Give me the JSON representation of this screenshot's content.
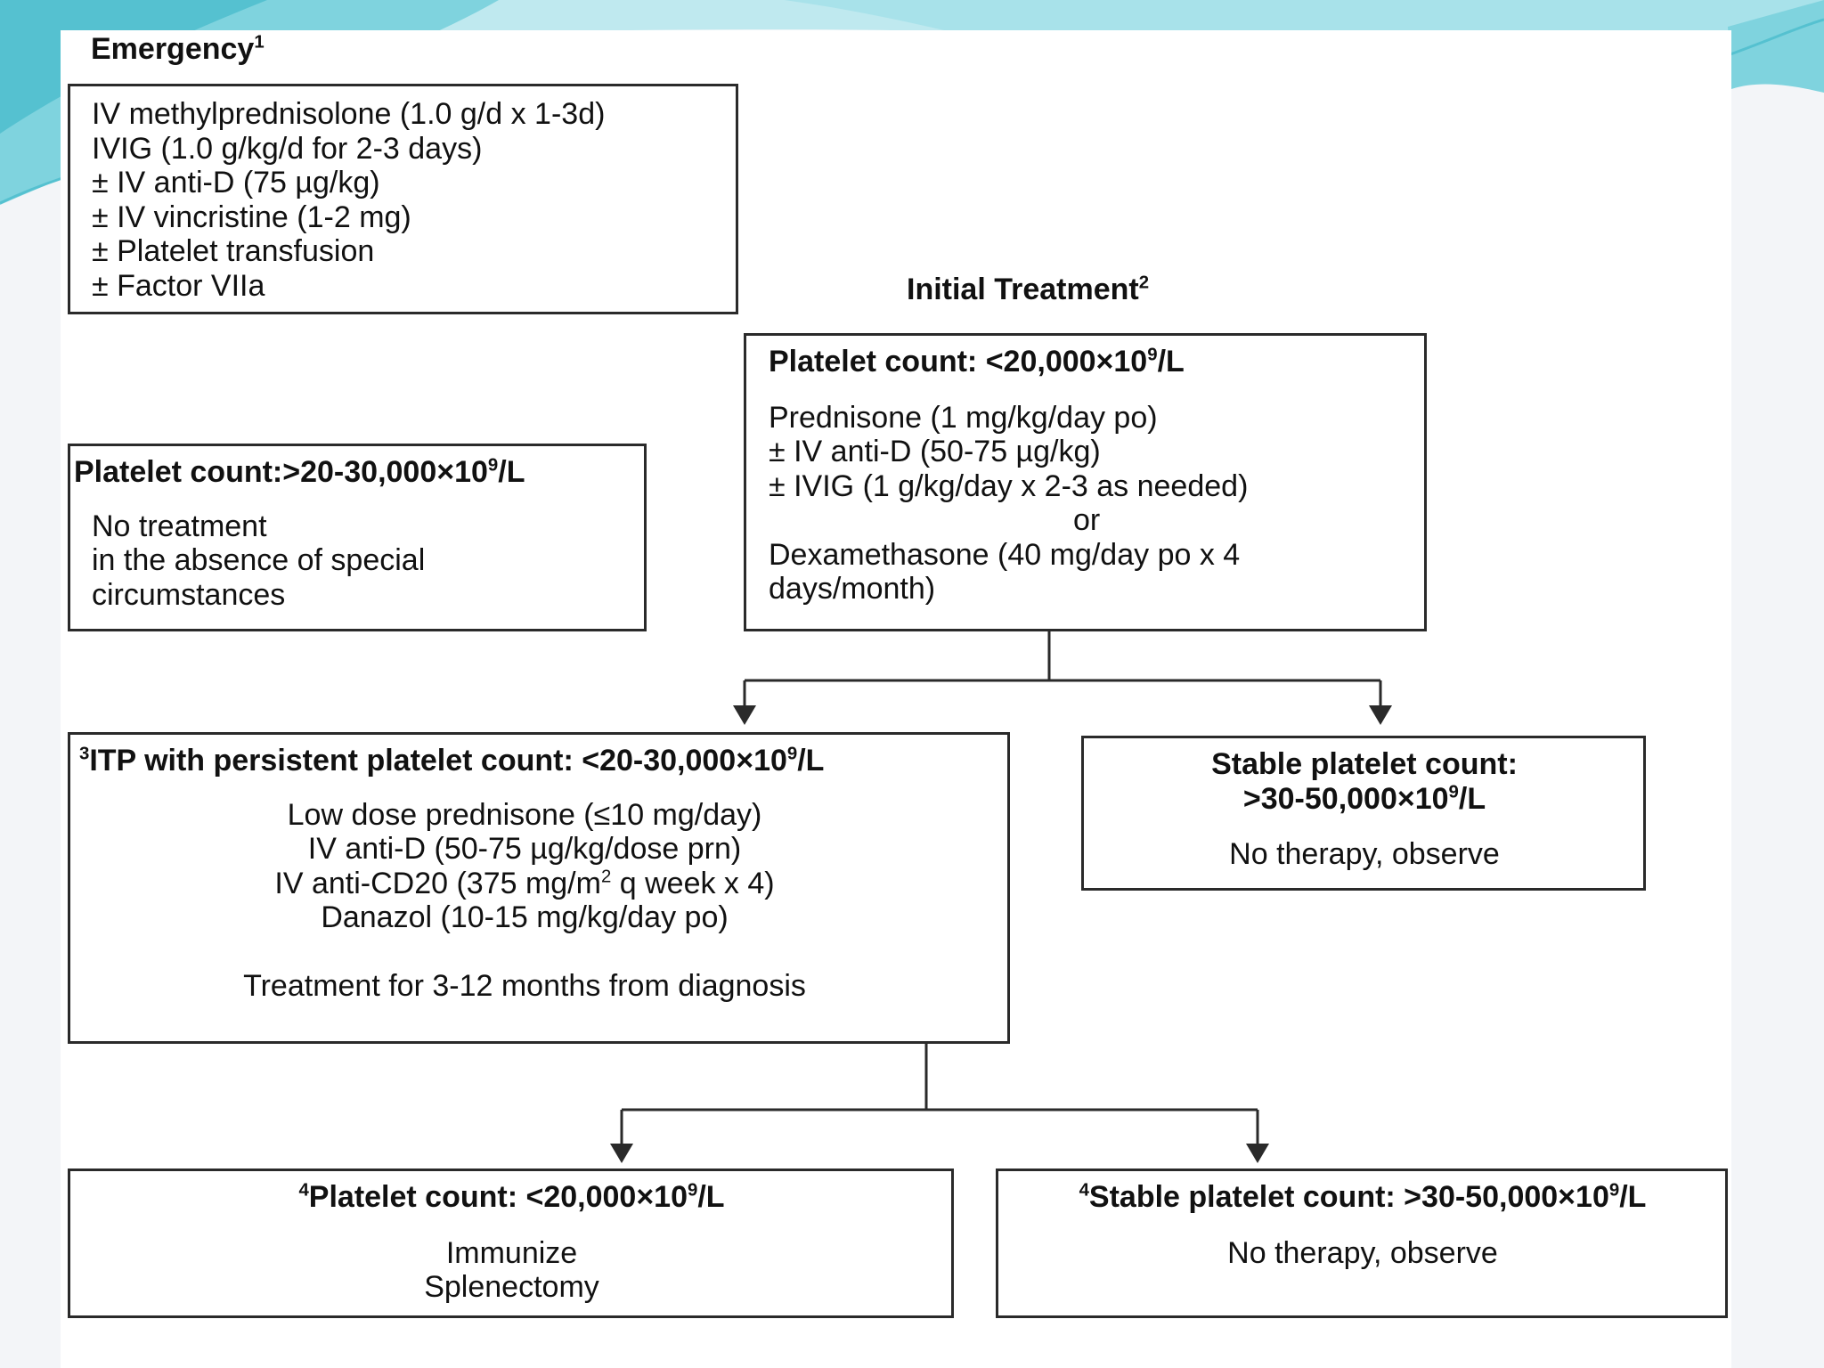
{
  "emergency": {
    "title": "Emergency",
    "title_sup": "1",
    "lines": [
      "IV methylprednisolone (1.0 g/d x 1-3d)",
      "IVIG (1.0 g/kg/d for 2-3 days)",
      "± IV anti-D (75 µg/kg)",
      "± IV  vincristine (1-2 mg)",
      "± Platelet transfusion",
      "± Factor VIIa"
    ]
  },
  "initial": {
    "title": "Initial Treatment",
    "title_sup": "2",
    "header_prefix": "Platelet count: <20,000×10",
    "header_sup": "9",
    "header_suffix": "/L",
    "lines": [
      "Prednisone (1 mg/kg/day po)",
      "± IV anti-D (50-75 µg/kg)",
      "± IVIG (1 g/kg/day x 2-3 as needed)"
    ],
    "or": "or",
    "lines2": [
      "Dexamethasone (40 mg/day po x 4",
      "days/month)"
    ]
  },
  "no_treatment": {
    "header_prefix": "Platelet count:>20-30,000×10",
    "header_sup": "9",
    "header_suffix": "/L",
    "lines": [
      "No treatment",
      "in the absence of special",
      "circumstances"
    ]
  },
  "persistent": {
    "pre_sup": "3",
    "header_prefix": "ITP with persistent platelet count: <20-30,000×10",
    "header_sup": "9",
    "header_suffix": "/L",
    "lines": [
      "Low dose prednisone (≤10 mg/day)",
      "IV anti-D (50-75 µg/kg/dose prn)"
    ],
    "cd20_prefix": "IV anti-CD20 (375 mg/m",
    "cd20_sup": "2",
    "cd20_suffix": " q week x 4)",
    "lines2": [
      "Danazol (10-15 mg/kg/day po)"
    ],
    "footer": "Treatment for 3-12 months from diagnosis"
  },
  "stable_right": {
    "header_line1": "Stable platelet count:",
    "header_line2_prefix": ">30-50,000×10",
    "header_sup": "9",
    "header_suffix": "/L",
    "body": "No therapy, observe"
  },
  "bottom_left": {
    "pre_sup": "4",
    "header_prefix": "Platelet count: <20,000×10",
    "header_sup": "9",
    "header_suffix": "/L",
    "lines": [
      "Immunize",
      "Splenectomy"
    ]
  },
  "bottom_right": {
    "pre_sup": "4",
    "header_prefix": "Stable platelet count: >30-50,000×10",
    "header_sup": "9",
    "header_suffix": "/L",
    "body": "No therapy, observe"
  },
  "colors": {
    "box_border": "#2a2a2a",
    "deco_teal": "#7fd3de",
    "deco_light": "#bfe9ef"
  }
}
